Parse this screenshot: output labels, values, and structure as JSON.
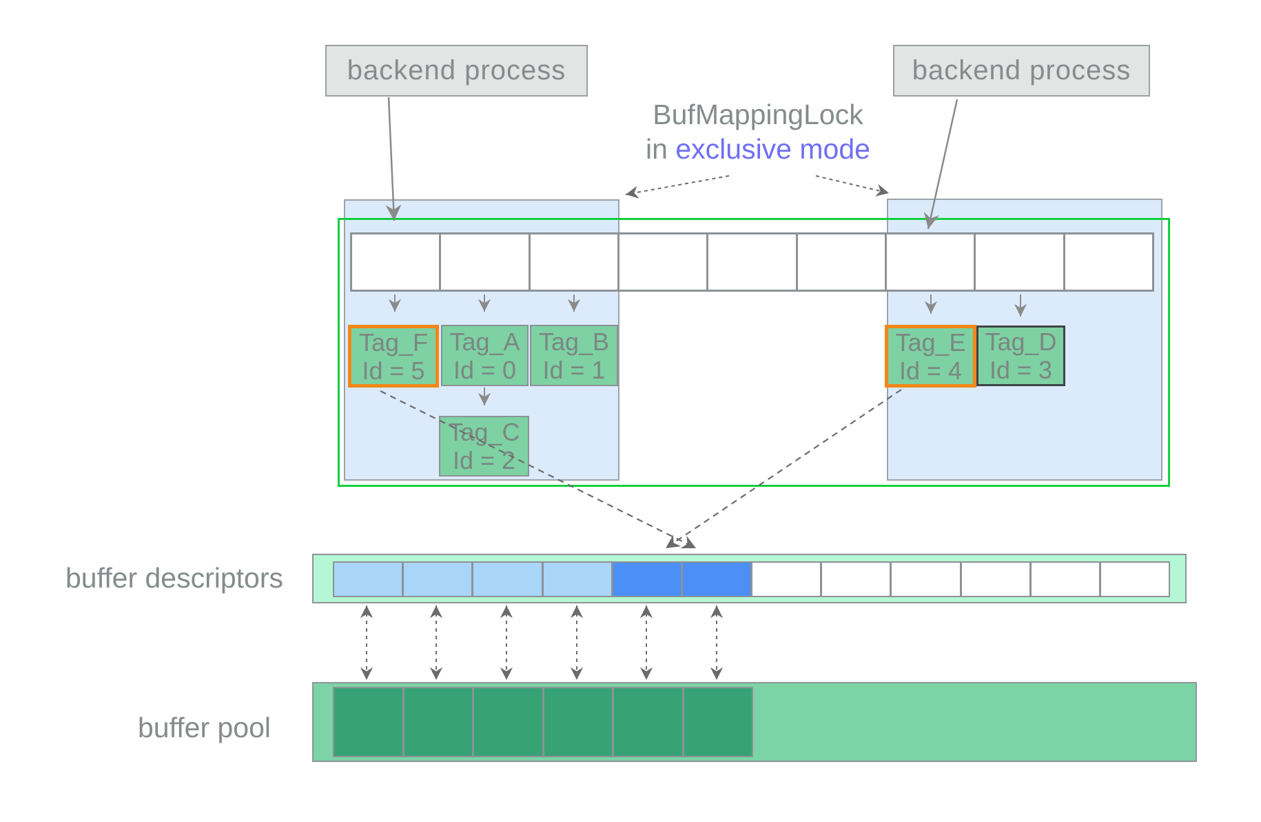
{
  "diagram": {
    "backend_left_label": "backend process",
    "backend_right_label": "backend process",
    "lock_note": {
      "line1": "BufMappingLock",
      "line2_prefix": "in ",
      "line2_highlight": "exclusive mode"
    },
    "hash_table": {
      "cell_count": 9
    },
    "tags": [
      {
        "name": "Tag_F",
        "id_label": "Id = 5",
        "style": "orange-highlight"
      },
      {
        "name": "Tag_A",
        "id_label": "Id = 0",
        "style": "normal"
      },
      {
        "name": "Tag_B",
        "id_label": "Id = 1",
        "style": "normal"
      },
      {
        "name": "Tag_C",
        "id_label": "Id = 2",
        "style": "normal"
      },
      {
        "name": "Tag_E",
        "id_label": "Id = 4",
        "style": "orange-highlight"
      },
      {
        "name": "Tag_D",
        "id_label": "Id = 3",
        "style": "dark-border"
      }
    ],
    "buffer_descriptors": {
      "label": "buffer descriptors",
      "cells": [
        "used-old",
        "used-old",
        "used-old",
        "used-old",
        "used-new",
        "used-new",
        "free",
        "free",
        "free",
        "free",
        "free",
        "free"
      ]
    },
    "buffer_pool": {
      "label": "buffer pool",
      "used_pages": 6
    },
    "colors": {
      "partition_blue": "#dcebfc",
      "green_outline": "#15cf3f",
      "tag_green": "#7ed1a3",
      "highlight_orange": "#f28718",
      "descriptor_light_blue": "#a9d5f8",
      "descriptor_bright_blue": "#4b8ff7",
      "descriptor_bar_mint": "#b5f7d4",
      "pool_bar_green": "#7cd3a6",
      "pool_page_green": "#37a375",
      "lock_text_blue": "#6f6ff5",
      "gray_text": "#868b8b"
    }
  }
}
